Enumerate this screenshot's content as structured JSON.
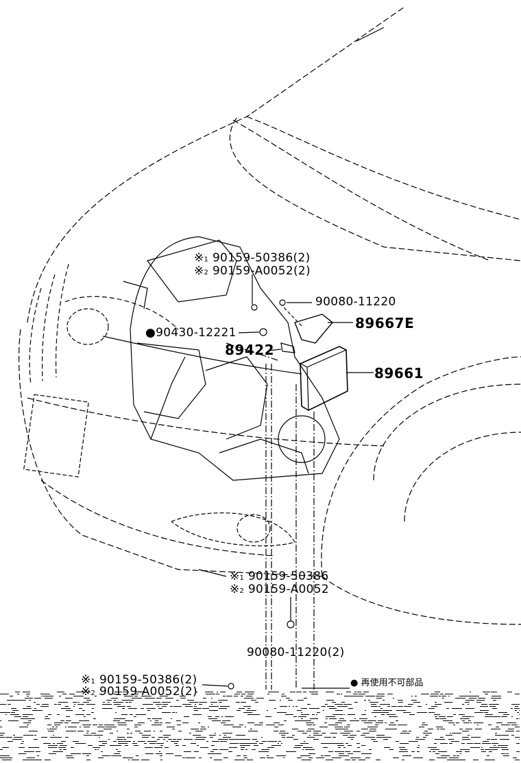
{
  "labels": {
    "top_s1_part": "90159-50386(2)",
    "top_s2_part": "90159-A0052(2)",
    "bolt_right": "90080-11220",
    "bracket": "89667E",
    "nut_part": "90430-12221",
    "sensor": "89422",
    "ecu": "89661",
    "low_s1_part": "90159-50386",
    "low_s2_part": "90159-A0052",
    "bolt_bottom": "90080-11220(2)",
    "bottom_s1_part": "90159-50386(2)",
    "bottom_s2_part": "90159-A0052(2)",
    "legend_text": "再使用不可部品"
  },
  "markers": {
    "ref_mark": "※",
    "ref_1": "1",
    "ref_2": "2",
    "dot": "●"
  },
  "colors": {
    "ink": "#000000",
    "paper": "#ffffff"
  }
}
